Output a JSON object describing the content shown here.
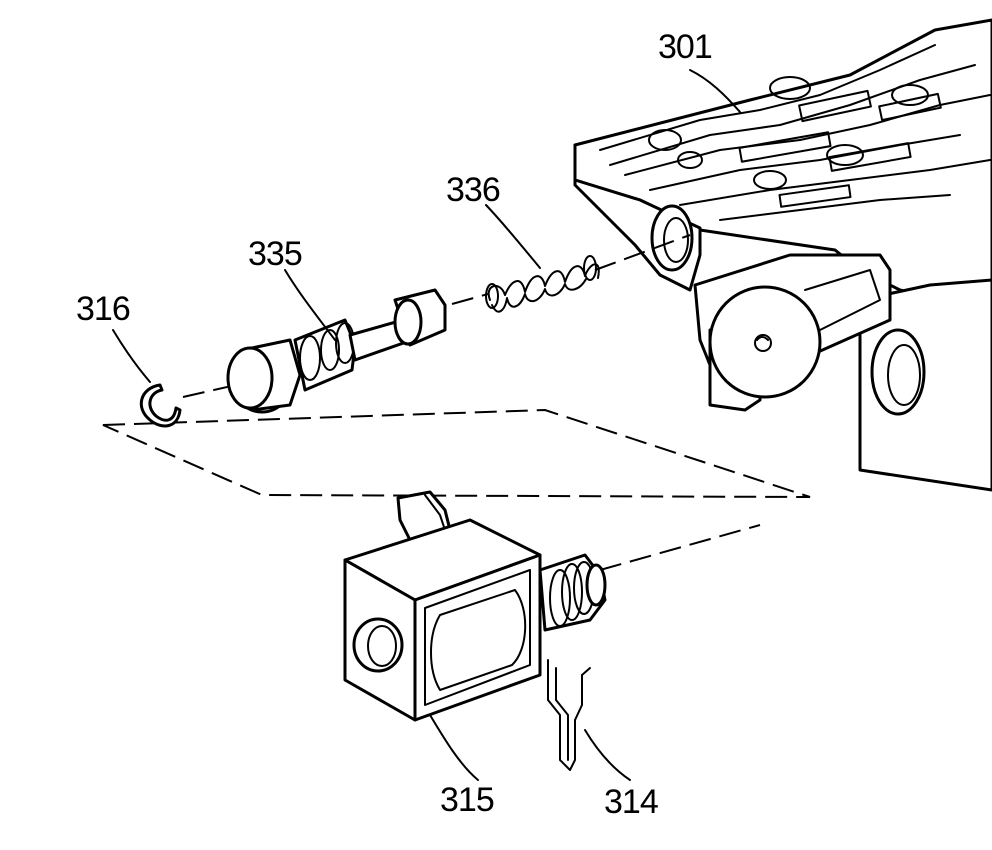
{
  "labels": {
    "valve_body": "301",
    "spring": "336",
    "valve": "335",
    "retaining_ring": "316",
    "solenoid": "315",
    "clip": "314"
  },
  "colors": {
    "ink": "#000000",
    "paper": "#ffffff"
  }
}
